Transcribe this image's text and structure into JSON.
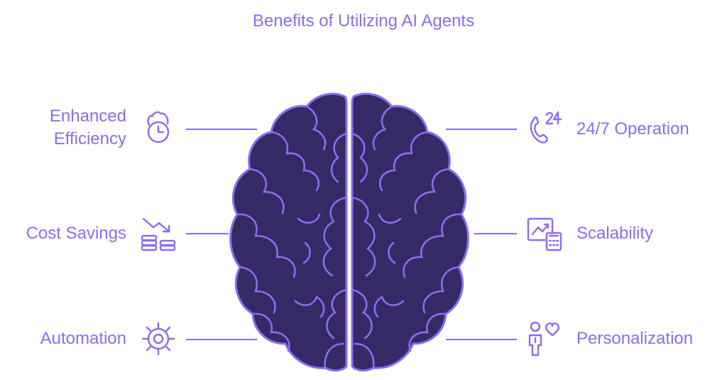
{
  "title": "Benefits of Utilizing AI Agents",
  "accent_color": "#8b6cf0",
  "brain_color": "#352a66",
  "benefits": [
    {
      "label_lines": [
        "Enhanced",
        "Efficiency"
      ],
      "icon": "clock-flame-icon",
      "side": "left"
    },
    {
      "label_lines": [
        "Cost Savings"
      ],
      "icon": "coins-down-trend-icon",
      "side": "left"
    },
    {
      "label_lines": [
        "Automation"
      ],
      "icon": "gear-icon",
      "side": "left"
    },
    {
      "label_lines": [
        "24/7 Operation"
      ],
      "icon": "phone-24-icon",
      "side": "right"
    },
    {
      "label_lines": [
        "Scalability"
      ],
      "icon": "chart-calculator-icon",
      "side": "right"
    },
    {
      "label_lines": [
        "Personalization"
      ],
      "icon": "person-heart-icon",
      "side": "right"
    }
  ]
}
